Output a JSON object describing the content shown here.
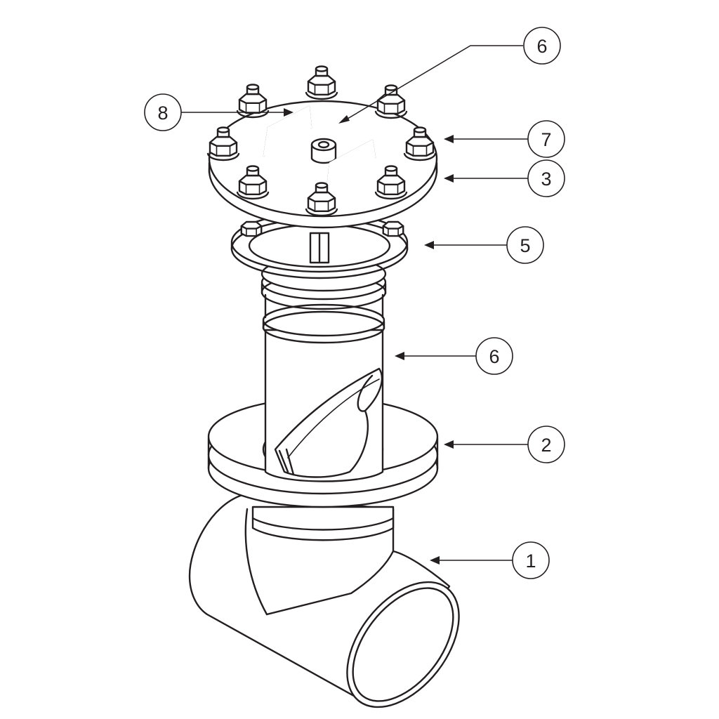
{
  "callouts": [
    {
      "id": "top",
      "label": "6"
    },
    {
      "id": "left",
      "label": "8"
    },
    {
      "id": "r1",
      "label": "7"
    },
    {
      "id": "r2",
      "label": "3"
    },
    {
      "id": "r3",
      "label": "5"
    },
    {
      "id": "r4",
      "label": "6"
    },
    {
      "id": "r5",
      "label": "2"
    },
    {
      "id": "r6",
      "label": "1"
    }
  ],
  "colors": {
    "ink": "#231f20",
    "paper": "#ffffff"
  }
}
